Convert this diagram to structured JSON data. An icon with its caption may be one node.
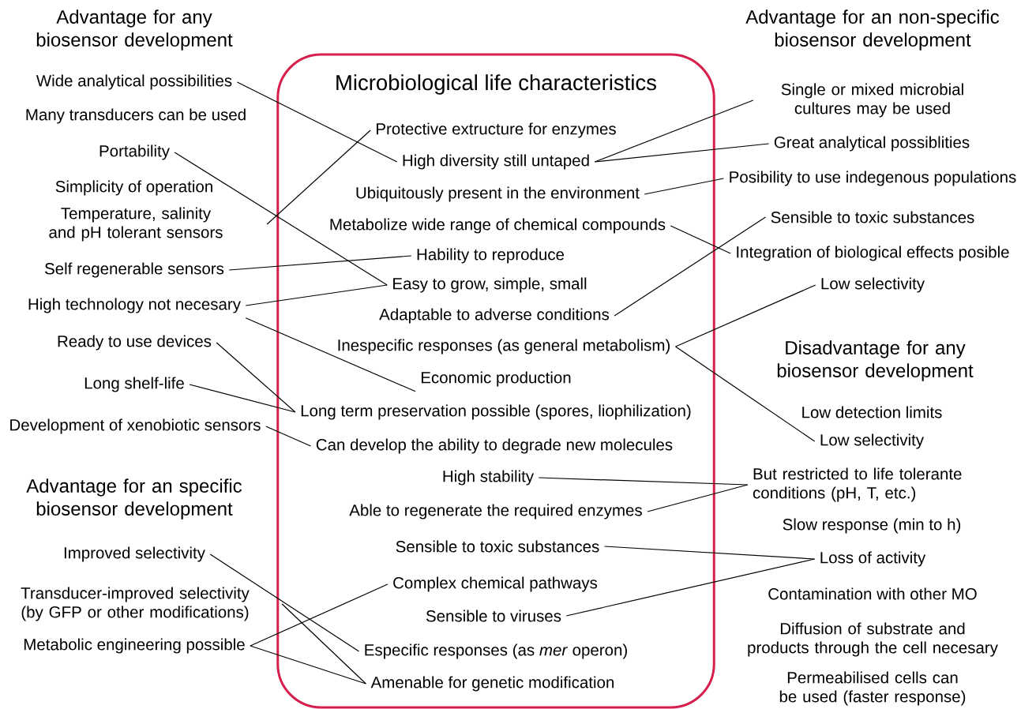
{
  "diagram": {
    "nodes": [
      {
        "text": [
          "Microbiological life characteristics"
        ]
      },
      {
        "text": [
          "Protective extructure for enzymes"
        ],
        "in": 0
      },
      {
        "text": [
          "High diversity still untaped"
        ],
        "in": 0
      },
      {
        "text": [
          "Ubiquitously present in the environment"
        ],
        "in": 0
      },
      {
        "text": [
          "Metabolize wide range of chemical compounds"
        ],
        "in": 0
      },
      {
        "text": [
          "Hability to reproduce"
        ],
        "in": 0
      },
      {
        "text": [
          "Easy to grow, simple, small"
        ],
        "in": 0
      },
      {
        "text": [
          "Adaptable to adverse conditions"
        ],
        "in": 0
      },
      {
        "text": [
          "Inespecific responses (as general metabolism)"
        ],
        "in": 0
      },
      {
        "text": [
          "Economic production"
        ],
        "in": 0
      },
      {
        "text": [
          "Long term preservation possible (spores, liophilization)"
        ],
        "in": 0
      },
      {
        "text": [
          "Can develop the ability to degrade new molecules"
        ],
        "in": 0
      },
      {
        "text": [
          "High stability"
        ],
        "in": 0
      },
      {
        "text": [
          "Able to regenerate the required enzymes"
        ],
        "in": 0
      },
      {
        "text": [
          "Sensible to toxic substances"
        ],
        "in": 0
      },
      {
        "text": [
          "Complex chemical pathways"
        ],
        "in": 0
      },
      {
        "text": [
          "Sensible to viruses"
        ],
        "in": 0
      },
      {
        "text": [
          "Especific responses (as *mer* operon)"
        ],
        "in": 0
      },
      {
        "text": [
          "Amenable for genetic modification"
        ],
        "in": 0
      },
      {
        "text": [
          "Wide analytical possibilities"
        ]
      },
      {
        "text": [
          "Portability"
        ]
      },
      {
        "text": [
          "Temperature, salinity and pH tolerant sensors"
        ]
      },
      {
        "text": [
          "Self regenerable sensors"
        ]
      },
      {
        "text": [
          "High technology not necesary"
        ]
      },
      {
        "text": [
          "Ready to use devices"
        ]
      },
      {
        "text": [
          "Long shelf-life"
        ]
      },
      {
        "text": [
          "Development of xenobiotic sensors"
        ]
      },
      {
        "text": [
          "Improved selectivity"
        ]
      },
      {
        "text": [
          "Transducer-improved selectivity (by GFP or other modifications)"
        ]
      },
      {
        "text": [
          "Metabolic engineering possible"
        ]
      },
      {
        "text": [
          "Single or mixed microbial cultures may be used"
        ]
      },
      {
        "text": [
          "Great analytical possiblities"
        ]
      },
      {
        "text": [
          "Posibility to use indegenous populations"
        ]
      },
      {
        "text": [
          "Sensible to toxic substances"
        ]
      },
      {
        "text": [
          "Integration of biological effects posible"
        ]
      },
      {
        "text": [
          "Low selectivity"
        ]
      },
      {
        "text": [
          "Low selectivity"
        ]
      },
      {
        "text": [
          "But restricted to life tolerante conditions (pH, T, etc.)"
        ]
      },
      {
        "text": [
          "Loss of activity"
        ]
      }
    ],
    "edges": [
      {
        "from": 19,
        "to": 2,
        "arrow": "none"
      },
      {
        "from": 20,
        "to": 6,
        "arrow": "none"
      },
      {
        "from": 21,
        "to": 1,
        "arrow": "none"
      },
      {
        "from": 22,
        "to": 5,
        "arrow": "none"
      },
      {
        "from": 23,
        "to": 6,
        "arrow": "none"
      },
      {
        "from": 23,
        "to": 9,
        "arrow": "none"
      },
      {
        "from": 24,
        "to": 10,
        "arrow": "none"
      },
      {
        "from": 25,
        "to": 10,
        "arrow": "none"
      },
      {
        "from": 26,
        "to": 11,
        "arrow": "none"
      },
      {
        "from": 27,
        "to": 17,
        "arrow": "none"
      },
      {
        "from": 28,
        "to": 18,
        "arrow": "none"
      },
      {
        "from": 29,
        "to": 15,
        "arrow": "none"
      },
      {
        "from": 29,
        "to": 18,
        "arrow": "none"
      },
      {
        "from": 2,
        "to": 30,
        "arrow": "none"
      },
      {
        "from": 2,
        "to": 31,
        "arrow": "none"
      },
      {
        "from": 3,
        "to": 32,
        "arrow": "none"
      },
      {
        "from": 7,
        "to": 33,
        "arrow": "none"
      },
      {
        "from": 4,
        "to": 34,
        "arrow": "none"
      },
      {
        "from": 8,
        "to": 35,
        "arrow": "none"
      },
      {
        "from": 8,
        "to": 36,
        "arrow": "none"
      },
      {
        "from": 12,
        "to": 37,
        "arrow": "none"
      },
      {
        "from": 13,
        "to": 37,
        "arrow": "none"
      },
      {
        "from": 14,
        "to": 38,
        "arrow": "none"
      },
      {
        "from": 16,
        "to": 38,
        "arrow": "none"
      }
    ],
    "labels": [
      "Advantage for any biosensor development",
      "Advantage for an non-specific biosensor development",
      "Many transducers can be used",
      "Simplicity of operation",
      "Disadvantage for any biosensor development",
      "Low detection limits",
      "Advantage for an specific biosensor development",
      "Slow response (min to h)",
      "Contamination with other MO",
      "Diffusion of substrate and products through the cell necesary",
      "Permeabilised cells can be used (faster response)"
    ]
  }
}
